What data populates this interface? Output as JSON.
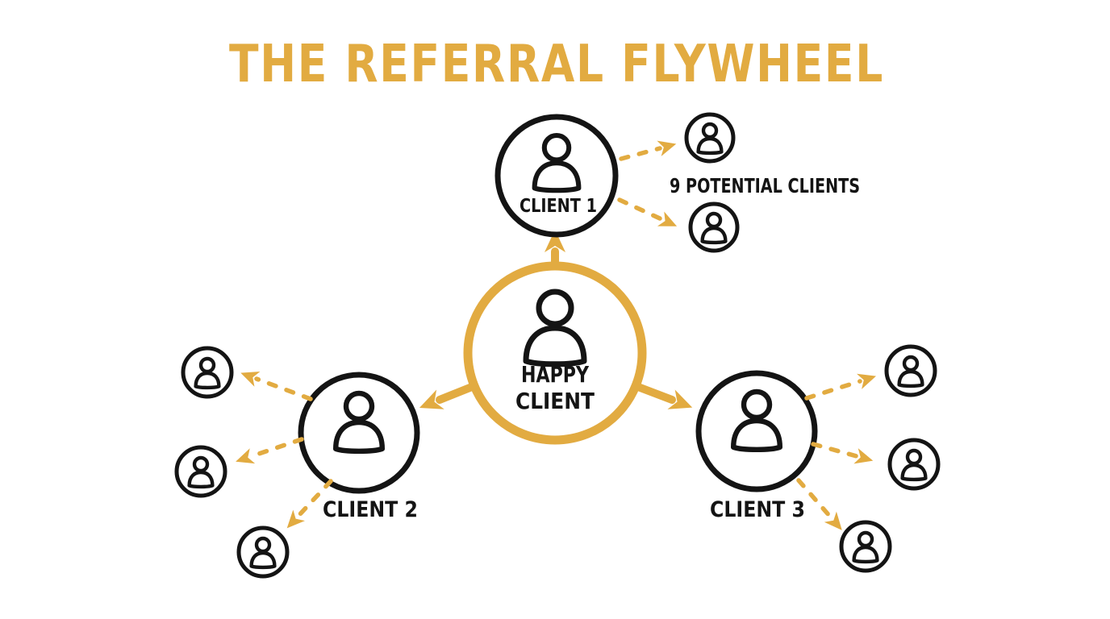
{
  "title": "THE REFERRAL FLYWHEEL",
  "annotation": "9 POTENTIAL CLIENTS",
  "center": {
    "label_line1": "HAPPY",
    "label_line2": "CLIENT"
  },
  "clients": [
    {
      "label": "CLIENT 1",
      "referral_count": 2
    },
    {
      "label": "CLIENT 2",
      "referral_count": 3
    },
    {
      "label": "CLIENT 3",
      "referral_count": 3
    }
  ],
  "colors": {
    "gold": "#E2AB41",
    "ink": "#141414",
    "background": "#FFFFFF"
  }
}
